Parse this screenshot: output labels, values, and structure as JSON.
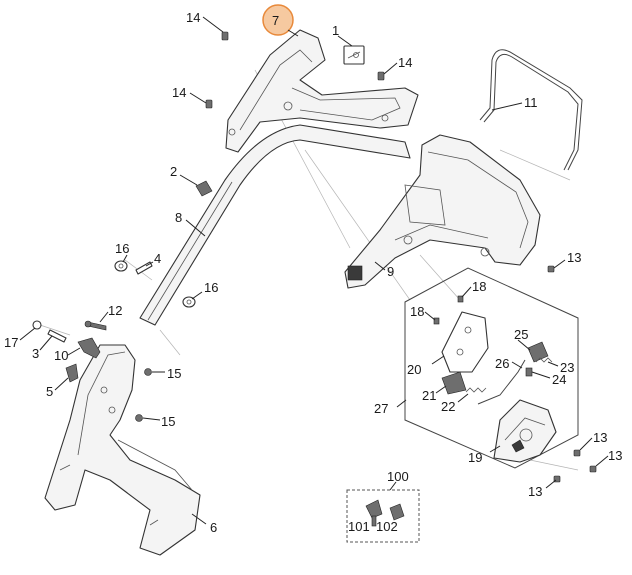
{
  "labels": {
    "p1": "1",
    "p2": "2",
    "p3": "3",
    "p4": "4",
    "p5": "5",
    "p6": "6",
    "p7": "7",
    "p8": "8",
    "p9": "9",
    "p10": "10",
    "p11": "11",
    "p12": "12",
    "p13a": "13",
    "p13b": "13",
    "p13c": "13",
    "p13d": "13",
    "p14a": "14",
    "p14b": "14",
    "p14c": "14",
    "p15a": "15",
    "p15b": "15",
    "p16a": "16",
    "p16b": "16",
    "p17": "17",
    "p18a": "18",
    "p18b": "18",
    "p19": "19",
    "p20": "20",
    "p21": "21",
    "p22": "22",
    "p23": "23",
    "p24": "24",
    "p25": "25",
    "p26": "26",
    "p27": "27",
    "p100": "100",
    "p101": "101",
    "p102": "102"
  },
  "colors": {
    "highlight_fill": "#f6c9a0",
    "highlight_stroke": "#e8893a",
    "line": "#222222"
  },
  "highlighted_part": "7"
}
